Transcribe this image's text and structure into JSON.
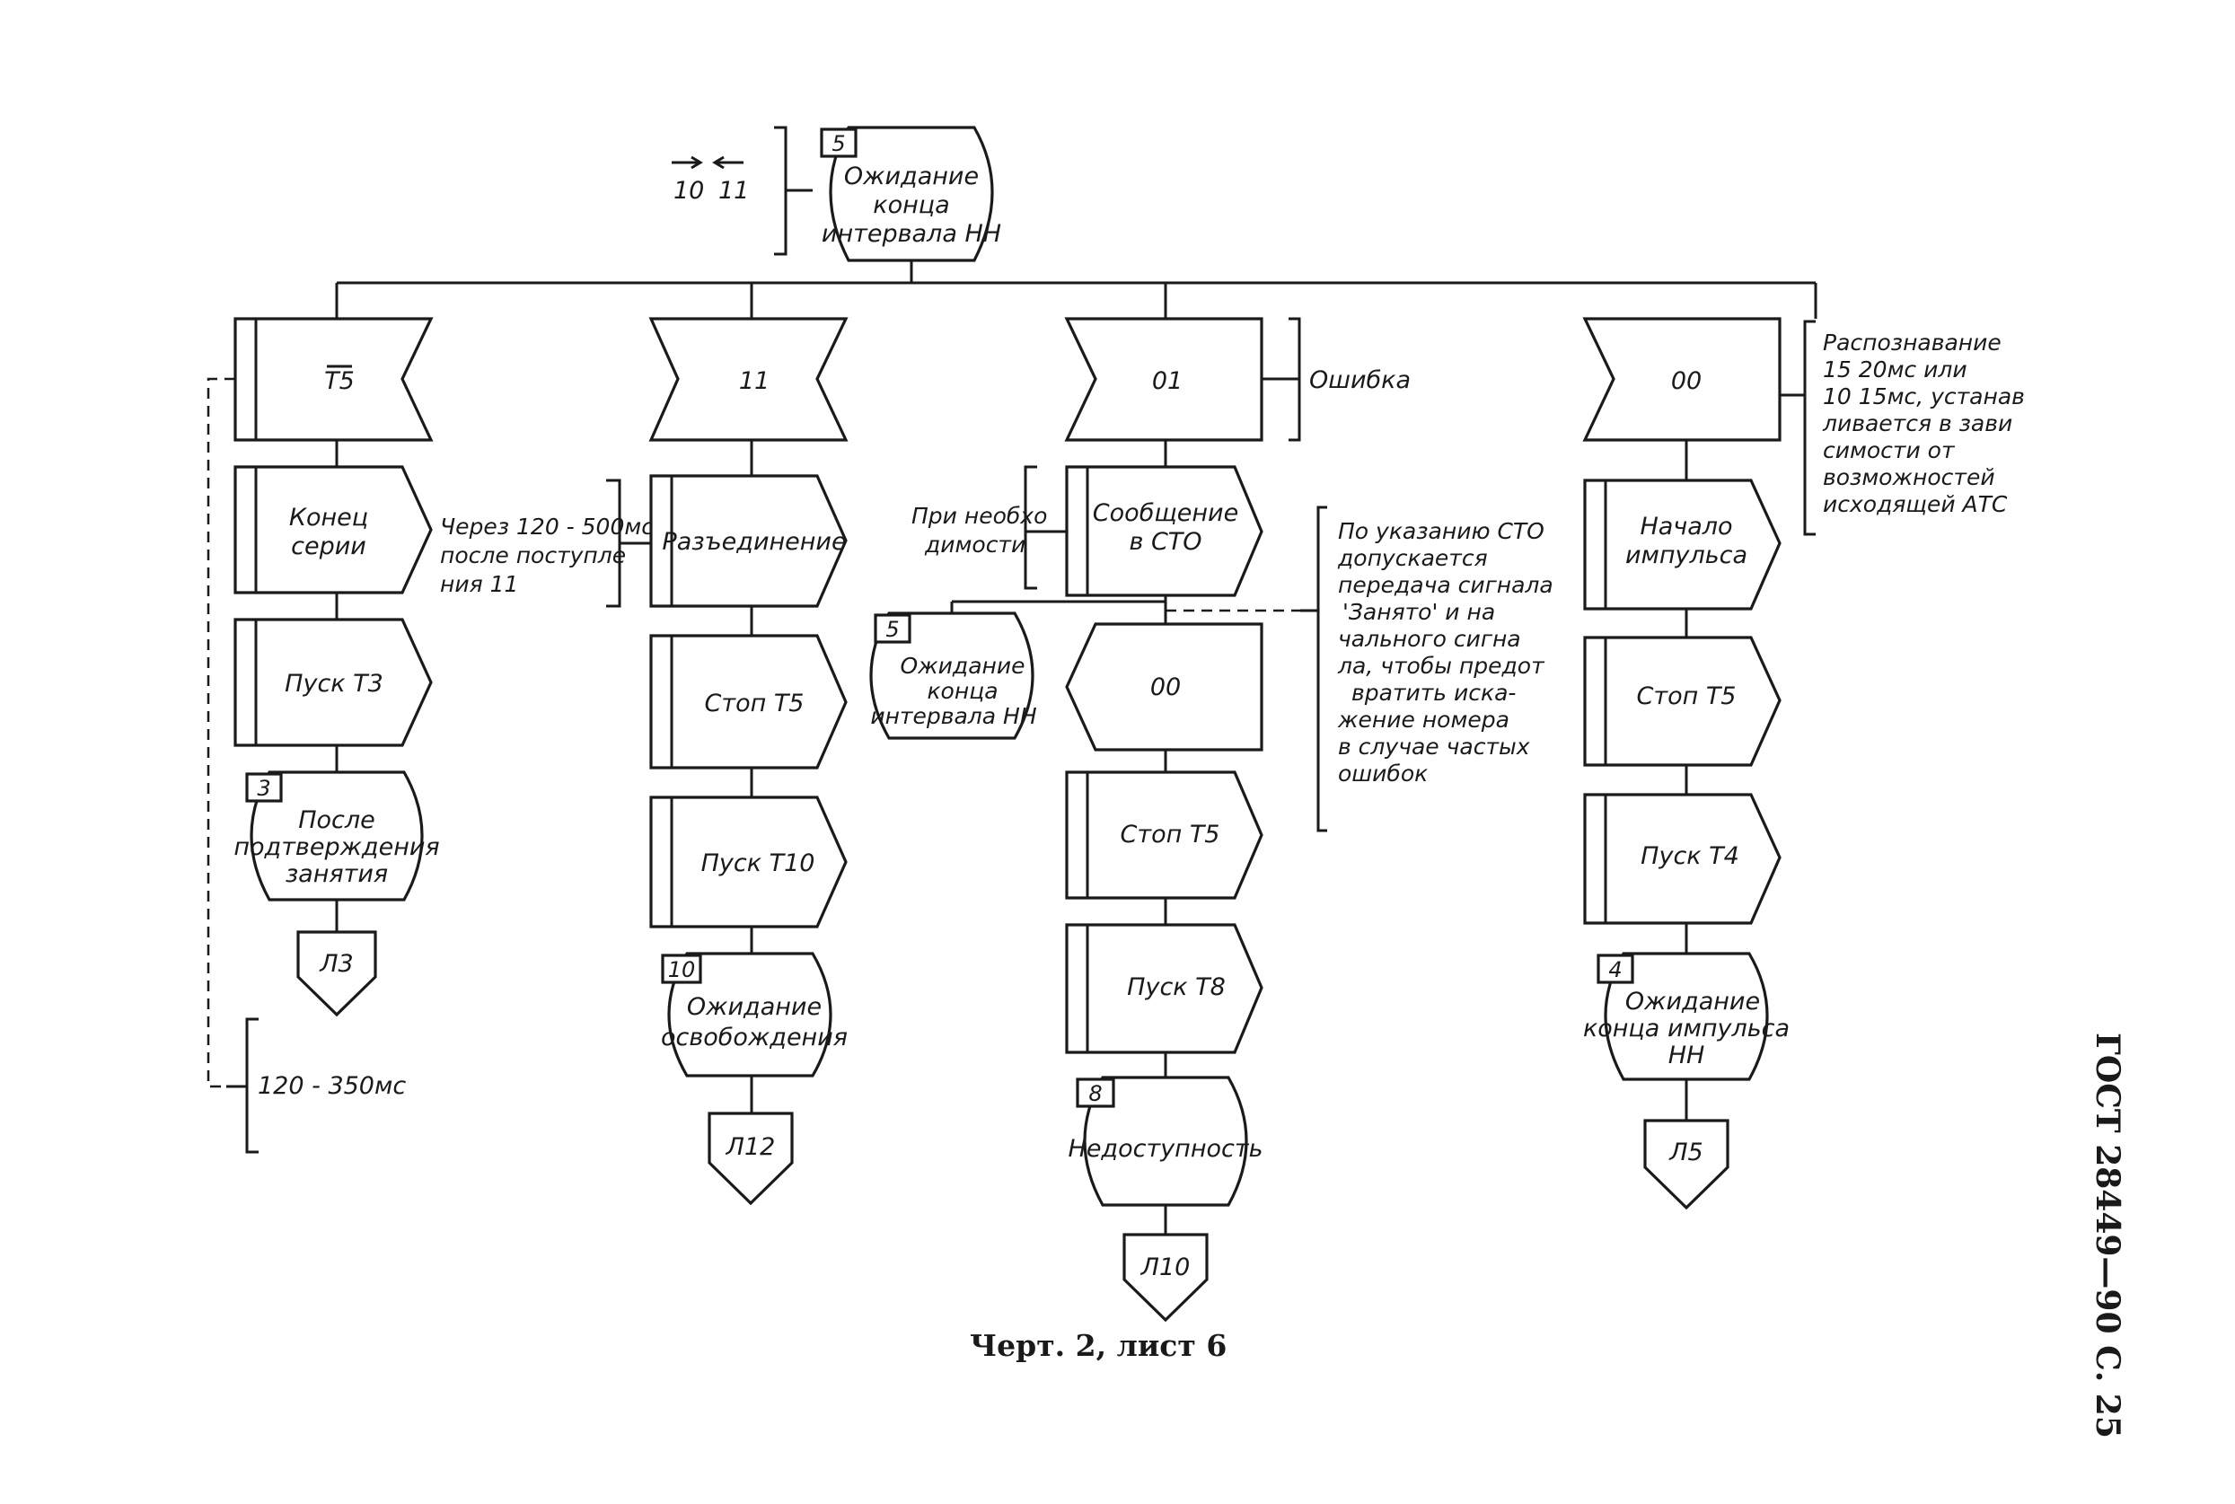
{
  "top": {
    "arrow_left": "10",
    "arrow_right": "11",
    "state_num": "5",
    "state_lines": [
      "Ожидание",
      "конца",
      "интервала НН"
    ]
  },
  "col1": {
    "input": "T5",
    "task1": [
      "Конец",
      "серии"
    ],
    "task2": "Пуск Т3",
    "state_num": "3",
    "state_lines": [
      "После",
      "подтверждения",
      "занятия"
    ],
    "conn": "Л3",
    "note_timer": "120 - 350мс"
  },
  "note_mid": [
    "Через  120 - 500мс",
    "после поступле",
    "ния  11"
  ],
  "col2": {
    "input": "11",
    "task1": "Разъединение",
    "task2": "Стоп Т5",
    "task3": "Пуск Т10",
    "state_num": "10",
    "state_lines": [
      "Ожидание",
      "освобождения"
    ],
    "conn": "Л12"
  },
  "col3": {
    "input": "01",
    "input_note": "Ошибка",
    "side_note": [
      "При необхо",
      "димости"
    ],
    "output1": [
      "Сообщение",
      "в СТО"
    ],
    "branch_state_num": "5",
    "branch_state_lines": [
      "Ожидание",
      "конца",
      "интервала НН"
    ],
    "output2": "00",
    "task1": "Стоп Т5",
    "task2": "Пуск Т8",
    "state_num": "8",
    "state_line": "Недоступность",
    "conn": "Л10",
    "sto_note": [
      "По указанию СТО",
      "допускается",
      "передача сигнала",
      "'Занято' и на",
      "чального сигна",
      "ла, чтобы предот",
      "вратить искa-",
      "жение номера",
      "в случае частых",
      "ошибок"
    ]
  },
  "col4": {
    "input": "00",
    "note": [
      "Распознавание",
      "15 20мс или",
      "10 15мс, устанав",
      "ливается в зави",
      "симости от",
      "возможностей",
      "исходящей АТС"
    ],
    "output1": [
      "Начало",
      "импульса"
    ],
    "task1": "Стоп Т5",
    "task2": "Пуск Т4",
    "state_num": "4",
    "state_lines": [
      "Ожидание",
      "конца импульса",
      "НН"
    ],
    "conn": "Л5"
  },
  "caption": "Черт. 2, лист 6",
  "side_label": "ГОСТ 28449—90 С. 25"
}
